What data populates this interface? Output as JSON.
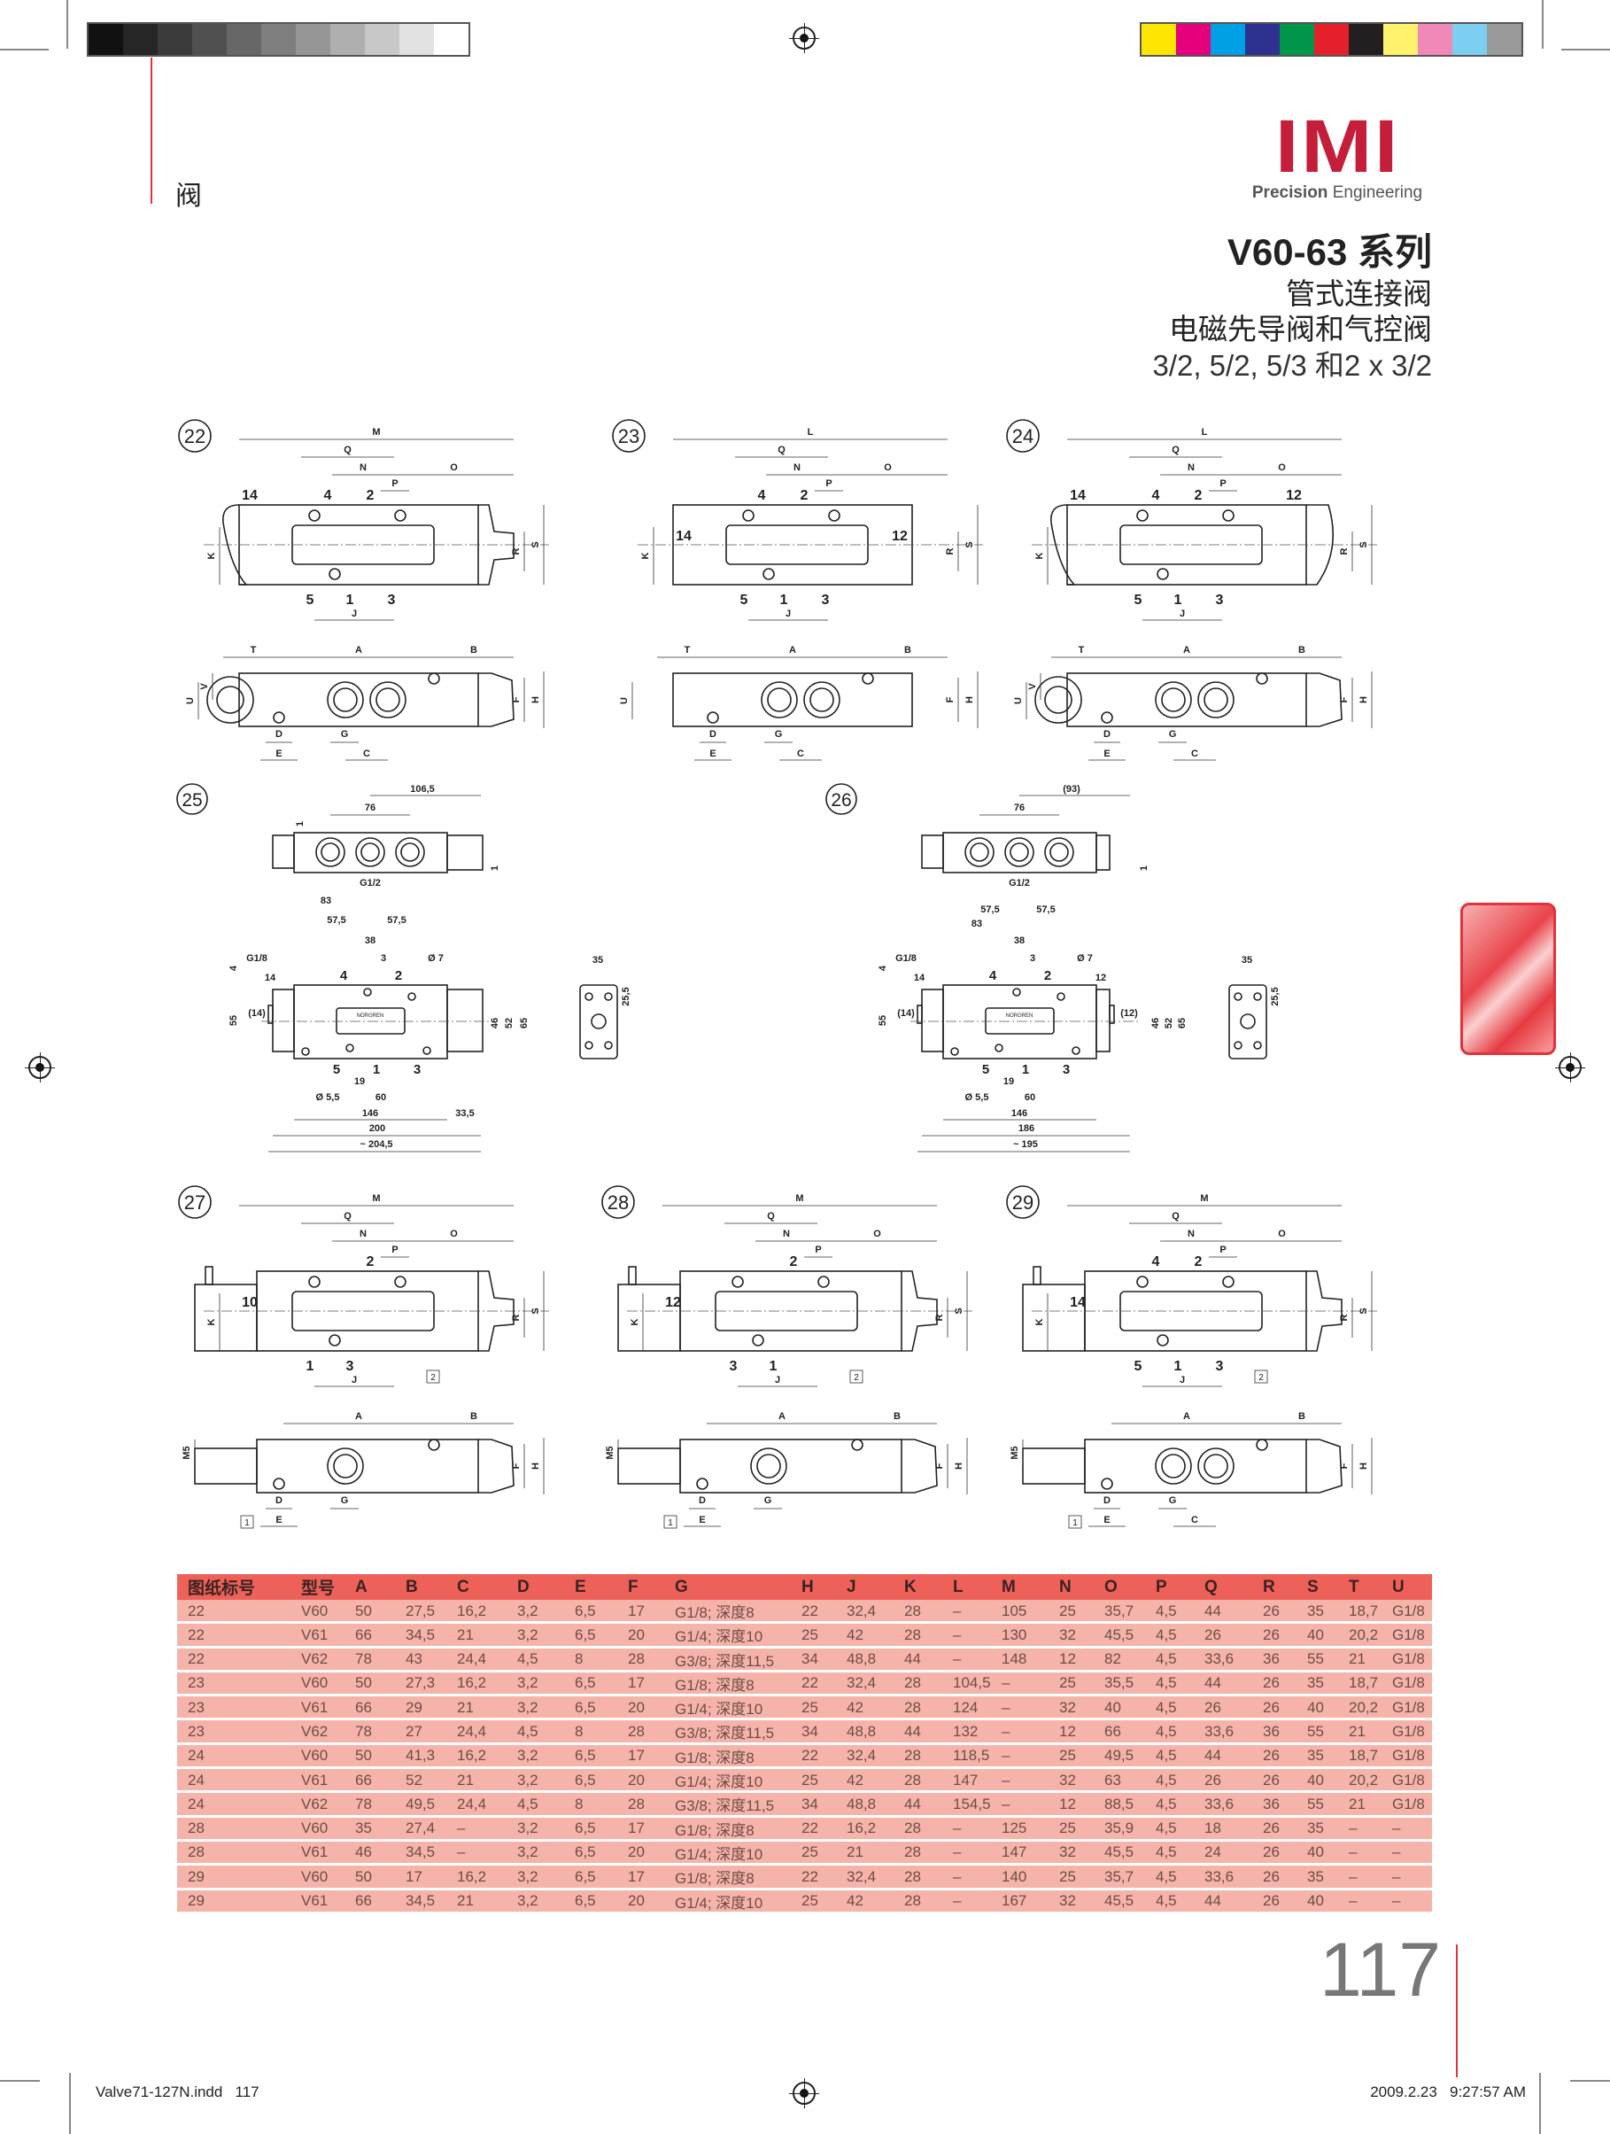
{
  "colors": {
    "gray_swatches": [
      "#111111",
      "#262626",
      "#3b3b3b",
      "#505050",
      "#676767",
      "#7e7e7e",
      "#969696",
      "#afafaf",
      "#c8c8c8",
      "#e2e2e2",
      "#ffffff"
    ],
    "color_swatches": [
      "#ffe600",
      "#e5007e",
      "#00a0e4",
      "#2e3190",
      "#00964a",
      "#e5202a",
      "#231f20",
      "#fff36e",
      "#f088b8",
      "#7dcff2",
      "#9a9a9a"
    ],
    "accent": "#e0333c",
    "table_header": "#ee6158",
    "table_row": "#f6b3a9"
  },
  "section_label": "阀",
  "logo": {
    "name": "IMI",
    "tagline_bold": "Precision",
    "tagline": "Engineering"
  },
  "titles": {
    "series": "V60-63 系列",
    "line1": "管式连接阀",
    "line2": "电磁先导阀和气控阀",
    "line3": "3/2, 5/2, 5/3 和2 x 3/2"
  },
  "figures": [
    {
      "number": "22",
      "top_labels": [
        "M",
        "Q",
        "N",
        "O",
        "P",
        "K",
        "R",
        "S",
        "J"
      ],
      "ports": [
        {
          "label": "14",
          "slot": "top-left"
        },
        {
          "label": "4",
          "slot": "top-1"
        },
        {
          "label": "2",
          "slot": "top-2"
        },
        {
          "label": "5",
          "slot": "bottom-1"
        },
        {
          "label": "1",
          "slot": "bottom-2"
        },
        {
          "label": "3",
          "slot": "bottom-3"
        }
      ],
      "side_labels": [
        "T",
        "A",
        "B",
        "D",
        "E",
        "G",
        "C",
        "U",
        "V",
        "F",
        "H"
      ],
      "style": "standard"
    },
    {
      "number": "23",
      "top_labels": [
        "L",
        "Q",
        "N",
        "O",
        "P",
        "K",
        "R",
        "S",
        "J"
      ],
      "ports": [
        {
          "label": "14",
          "slot": "in-left"
        },
        {
          "label": "4",
          "slot": "top-1"
        },
        {
          "label": "2",
          "slot": "top-2"
        },
        {
          "label": "12",
          "slot": "in-right"
        },
        {
          "label": "5",
          "slot": "bottom-1"
        },
        {
          "label": "1",
          "slot": "bottom-2"
        },
        {
          "label": "3",
          "slot": "bottom-3"
        }
      ],
      "side_labels": [
        "T",
        "A",
        "B",
        "C",
        "D",
        "E",
        "G",
        "U",
        "F",
        "H"
      ],
      "style": "compact"
    },
    {
      "number": "24",
      "top_labels": [
        "L",
        "Q",
        "N",
        "O",
        "P",
        "K",
        "R",
        "S",
        "J"
      ],
      "ports": [
        {
          "label": "14",
          "slot": "top-left"
        },
        {
          "label": "4",
          "slot": "top-1"
        },
        {
          "label": "2",
          "slot": "top-2"
        },
        {
          "label": "12",
          "slot": "top-right"
        },
        {
          "label": "5",
          "slot": "bottom-1"
        },
        {
          "label": "1",
          "slot": "bottom-2"
        },
        {
          "label": "3",
          "slot": "bottom-3"
        }
      ],
      "side_labels": [
        "T",
        "A",
        "B",
        "D",
        "E",
        "G",
        "C",
        "U",
        "V",
        "F",
        "H"
      ],
      "style": "double"
    },
    {
      "number": "27",
      "top_labels": [
        "M",
        "N",
        "Q",
        "O",
        "P",
        "K",
        "R",
        "S",
        "J"
      ],
      "ports": [
        {
          "label": "10",
          "slot": "in-left"
        },
        {
          "label": "2",
          "slot": "top-2"
        },
        {
          "label": "1",
          "slot": "bottom-1"
        },
        {
          "label": "3",
          "slot": "bottom-2"
        }
      ],
      "boxed": [
        "2",
        "1"
      ],
      "side_labels": [
        "A",
        "B",
        "D",
        "E",
        "G",
        "F",
        "H",
        "M5"
      ],
      "style": "solenoid"
    },
    {
      "number": "28",
      "top_labels": [
        "M",
        "N",
        "Q",
        "O",
        "P",
        "K",
        "R",
        "S",
        "J"
      ],
      "ports": [
        {
          "label": "12",
          "slot": "in-left"
        },
        {
          "label": "2",
          "slot": "top-2"
        },
        {
          "label": "3",
          "slot": "bottom-1"
        },
        {
          "label": "1",
          "slot": "bottom-2"
        }
      ],
      "boxed": [
        "2",
        "1"
      ],
      "side_labels": [
        "A",
        "B",
        "D",
        "E",
        "G",
        "F",
        "H",
        "M5"
      ],
      "style": "solenoid"
    },
    {
      "number": "29",
      "top_labels": [
        "M",
        "Q",
        "N",
        "O",
        "P",
        "K",
        "R",
        "S",
        "J"
      ],
      "ports": [
        {
          "label": "14",
          "slot": "in-left"
        },
        {
          "label": "4",
          "slot": "top-1"
        },
        {
          "label": "2",
          "slot": "top-2"
        },
        {
          "label": "5",
          "slot": "bottom-1"
        },
        {
          "label": "1",
          "slot": "bottom-2"
        },
        {
          "label": "3",
          "slot": "bottom-3"
        }
      ],
      "boxed": [
        "2",
        "1"
      ],
      "side_labels": [
        "A",
        "B",
        "D",
        "E",
        "G",
        "C",
        "F",
        "H",
        "M5"
      ],
      "style": "solenoid"
    }
  ],
  "large_figures": [
    {
      "number": "25",
      "labels": [
        "106,5",
        "76",
        "1",
        "1",
        "G1/2",
        "83",
        "57,5",
        "57,5",
        "38",
        "3",
        "Ø 7",
        "G1/8",
        "4",
        "14",
        "(14)",
        "55",
        "46",
        "52",
        "65",
        "4",
        "2",
        "5",
        "1",
        "3",
        "19",
        "Ø 5,5",
        "60",
        "146",
        "33,5",
        "200",
        "~ 204,5",
        "35",
        "25,5"
      ],
      "brand": "NORGREN"
    },
    {
      "number": "26",
      "labels": [
        "(93)",
        "76",
        "1",
        "G1/2",
        "57,5",
        "57,5",
        "83",
        "38",
        "3",
        "Ø 7",
        "G1/8",
        "4",
        "14",
        "12",
        "(14)",
        "(12)",
        "55",
        "46",
        "52",
        "65",
        "4",
        "2",
        "5",
        "1",
        "3",
        "19",
        "Ø 5,5",
        "60",
        "146",
        "186",
        "~ 195",
        "35",
        "25,5"
      ],
      "brand": "NORGREN"
    }
  ],
  "table": {
    "headers": [
      "图纸标号",
      "型号",
      "A",
      "B",
      "C",
      "D",
      "E",
      "F",
      "G",
      "H",
      "J",
      "K",
      "L",
      "M",
      "N",
      "O",
      "P",
      "Q",
      "R",
      "S",
      "T",
      "U"
    ],
    "rows": [
      [
        "22",
        "V60",
        "50",
        "27,5",
        "16,2",
        "3,2",
        "6,5",
        "17",
        "G1/8; 深度8",
        "22",
        "32,4",
        "28",
        "–",
        "105",
        "25",
        "35,7",
        "4,5",
        "44",
        "26",
        "35",
        "18,7",
        "G1/8"
      ],
      [
        "22",
        "V61",
        "66",
        "34,5",
        "21",
        "3,2",
        "6,5",
        "20",
        "G1/4; 深度10",
        "25",
        "42",
        "28",
        "–",
        "130",
        "32",
        "45,5",
        "4,5",
        "26",
        "26",
        "40",
        "20,2",
        "G1/8"
      ],
      [
        "22",
        "V62",
        "78",
        "43",
        "24,4",
        "4,5",
        "8",
        "28",
        "G3/8; 深度11,5",
        "34",
        "48,8",
        "44",
        "–",
        "148",
        "12",
        "82",
        "4,5",
        "33,6",
        "36",
        "55",
        "21",
        "G1/8"
      ],
      [
        "23",
        "V60",
        "50",
        "27,3",
        "16,2",
        "3,2",
        "6,5",
        "17",
        "G1/8; 深度8",
        "22",
        "32,4",
        "28",
        "104,5",
        "–",
        "25",
        "35,5",
        "4,5",
        "44",
        "26",
        "35",
        "18,7",
        "G1/8"
      ],
      [
        "23",
        "V61",
        "66",
        "29",
        "21",
        "3,2",
        "6,5",
        "20",
        "G1/4; 深度10",
        "25",
        "42",
        "28",
        "124",
        "–",
        "32",
        "40",
        "4,5",
        "26",
        "26",
        "40",
        "20,2",
        "G1/8"
      ],
      [
        "23",
        "V62",
        "78",
        "27",
        "24,4",
        "4,5",
        "8",
        "28",
        "G3/8; 深度11,5",
        "34",
        "48,8",
        "44",
        "132",
        "–",
        "12",
        "66",
        "4,5",
        "33,6",
        "36",
        "55",
        "21",
        "G1/8"
      ],
      [
        "24",
        "V60",
        "50",
        "41,3",
        "16,2",
        "3,2",
        "6,5",
        "17",
        "G1/8; 深度8",
        "22",
        "32,4",
        "28",
        "118,5",
        "–",
        "25",
        "49,5",
        "4,5",
        "44",
        "26",
        "35",
        "18,7",
        "G1/8"
      ],
      [
        "24",
        "V61",
        "66",
        "52",
        "21",
        "3,2",
        "6,5",
        "20",
        "G1/4; 深度10",
        "25",
        "42",
        "28",
        "147",
        "–",
        "32",
        "63",
        "4,5",
        "26",
        "26",
        "40",
        "20,2",
        "G1/8"
      ],
      [
        "24",
        "V62",
        "78",
        "49,5",
        "24,4",
        "4,5",
        "8",
        "28",
        "G3/8; 深度11,5",
        "34",
        "48,8",
        "44",
        "154,5",
        "–",
        "12",
        "88,5",
        "4,5",
        "33,6",
        "36",
        "55",
        "21",
        "G1/8"
      ],
      [
        "28",
        "V60",
        "35",
        "27,4",
        "–",
        "3,2",
        "6,5",
        "17",
        "G1/8; 深度8",
        "22",
        "16,2",
        "28",
        "–",
        "125",
        "25",
        "35,9",
        "4,5",
        "18",
        "26",
        "35",
        "–",
        "–"
      ],
      [
        "28",
        "V61",
        "46",
        "34,5",
        "–",
        "3,2",
        "6,5",
        "20",
        "G1/4; 深度10",
        "25",
        "21",
        "28",
        "–",
        "147",
        "32",
        "45,5",
        "4,5",
        "24",
        "26",
        "40",
        "–",
        "–"
      ],
      [
        "29",
        "V60",
        "50",
        "17",
        "16,2",
        "3,2",
        "6,5",
        "17",
        "G1/8; 深度8",
        "22",
        "32,4",
        "28",
        "–",
        "140",
        "25",
        "35,7",
        "4,5",
        "33,6",
        "26",
        "35",
        "–",
        "–"
      ],
      [
        "29",
        "V61",
        "66",
        "34,5",
        "21",
        "3,2",
        "6,5",
        "20",
        "G1/4; 深度10",
        "25",
        "42",
        "28",
        "–",
        "167",
        "32",
        "45,5",
        "4,5",
        "44",
        "26",
        "40",
        "–",
        "–"
      ]
    ]
  },
  "page_number": "117",
  "footer": {
    "file": "Valve71-127N.indd   117",
    "timestamp": "2009.2.23   9:27:57 AM"
  }
}
